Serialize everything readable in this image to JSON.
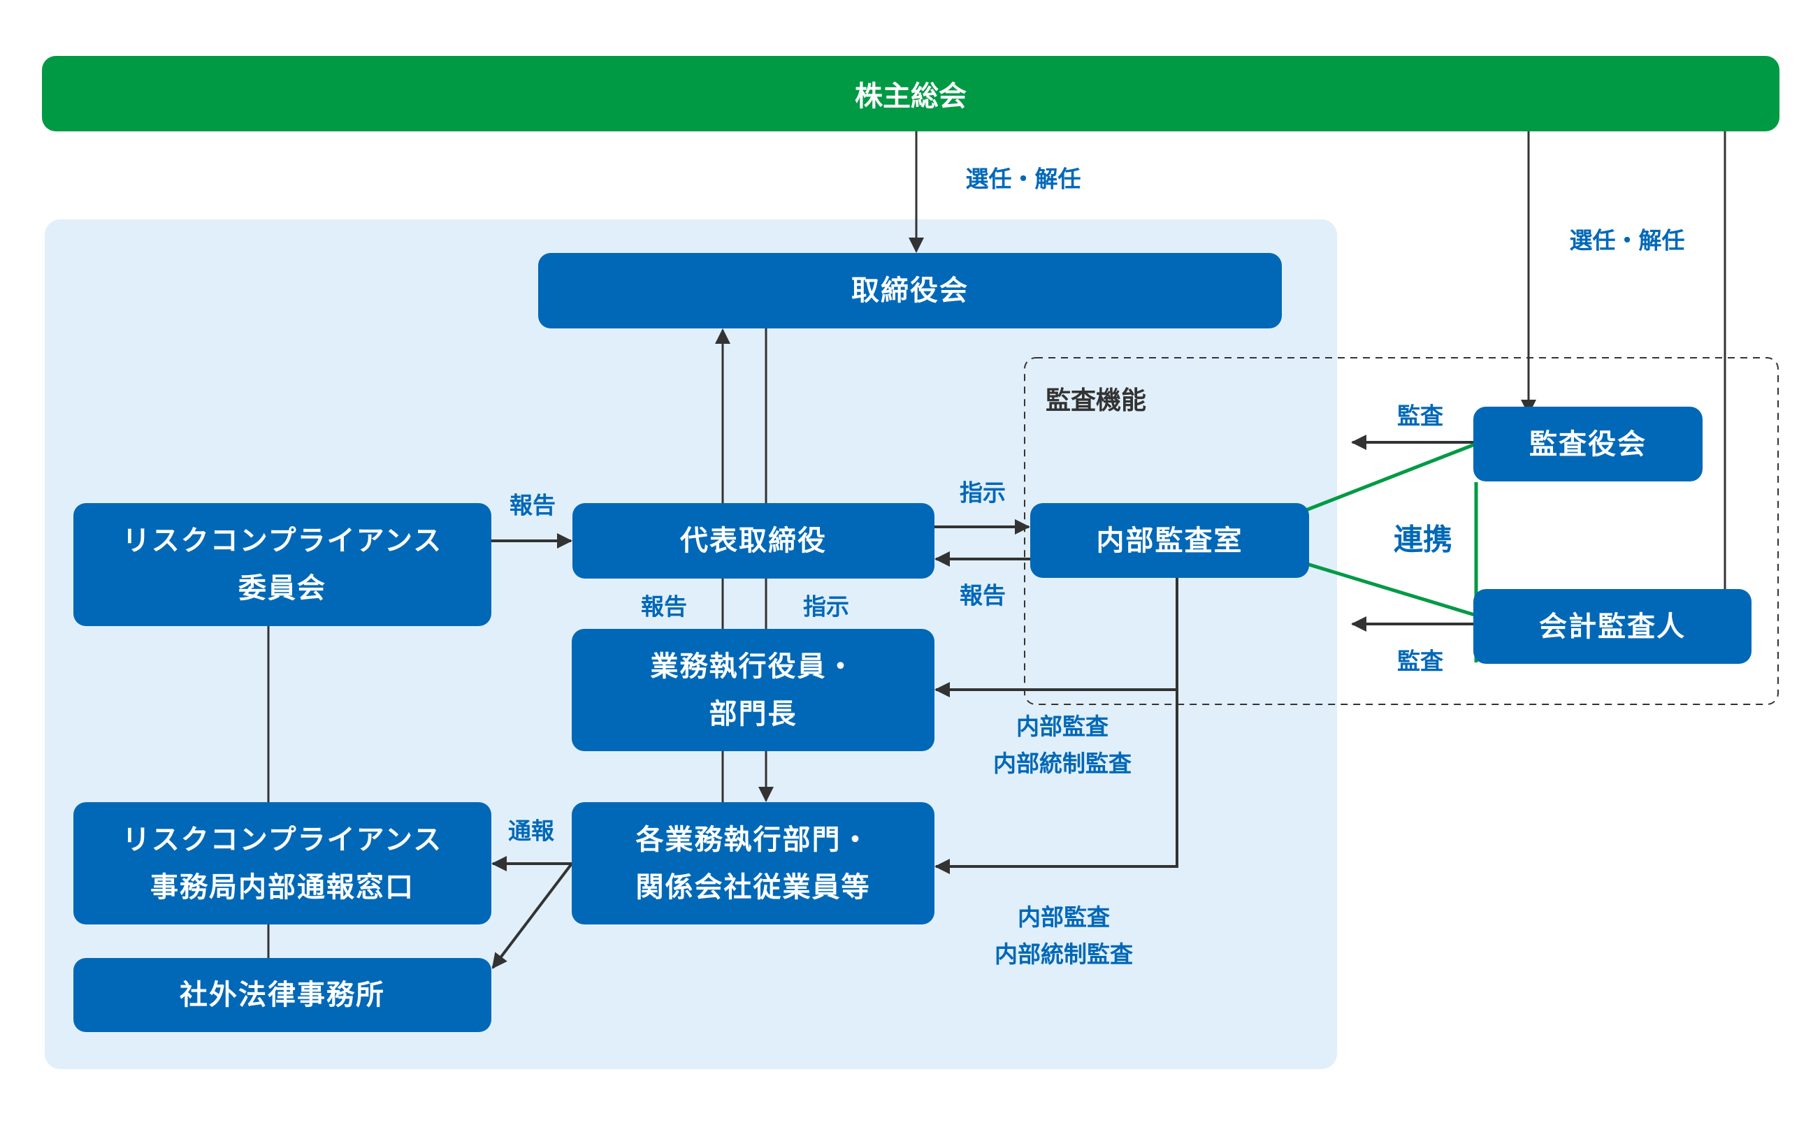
{
  "colors": {
    "shareholders_green": "#009a44",
    "node_blue": "#0068b7",
    "panel_bg": "#e1effa",
    "label_blue": "#0068b7",
    "arrow_gray": "#333333",
    "cooperation_green": "#009a44"
  },
  "nodes": {
    "shareholders": "株主総会",
    "board": "取締役会",
    "ceo": "代表取締役",
    "risk_committee": [
      "リスクコンプライアンス",
      "委員会"
    ],
    "executives": [
      "業務執行役員・",
      "部門長"
    ],
    "departments": [
      "各業務執行部門・",
      "関係会社従業員等"
    ],
    "risk_office": [
      "リスクコンプライアンス",
      "事務局内部通報窓口"
    ],
    "law_firm": "社外法律事務所",
    "internal_audit": "内部監査室",
    "audit_board": "監査役会",
    "accounting_auditor": "会計監査人"
  },
  "group_labels": {
    "audit_function": "監査機能"
  },
  "edge_labels": {
    "appoint_dismiss_board": "選任・解任",
    "appoint_dismiss_auditors": "選任・解任",
    "report_committee_to_ceo": "報告",
    "instruct_ceo_to_audit": "指示",
    "report_audit_to_ceo": "報告",
    "report_exec_to_ceo": "報告",
    "instruct_ceo_to_exec": "指示",
    "whistleblow": "通報",
    "audit_from_audit_board": "監査",
    "audit_from_accounting": "監査",
    "cooperation": "連携",
    "internal_audit_exec": [
      "内部監査",
      "内部統制監査"
    ],
    "internal_audit_depts": [
      "内部監査",
      "内部統制監査"
    ]
  }
}
